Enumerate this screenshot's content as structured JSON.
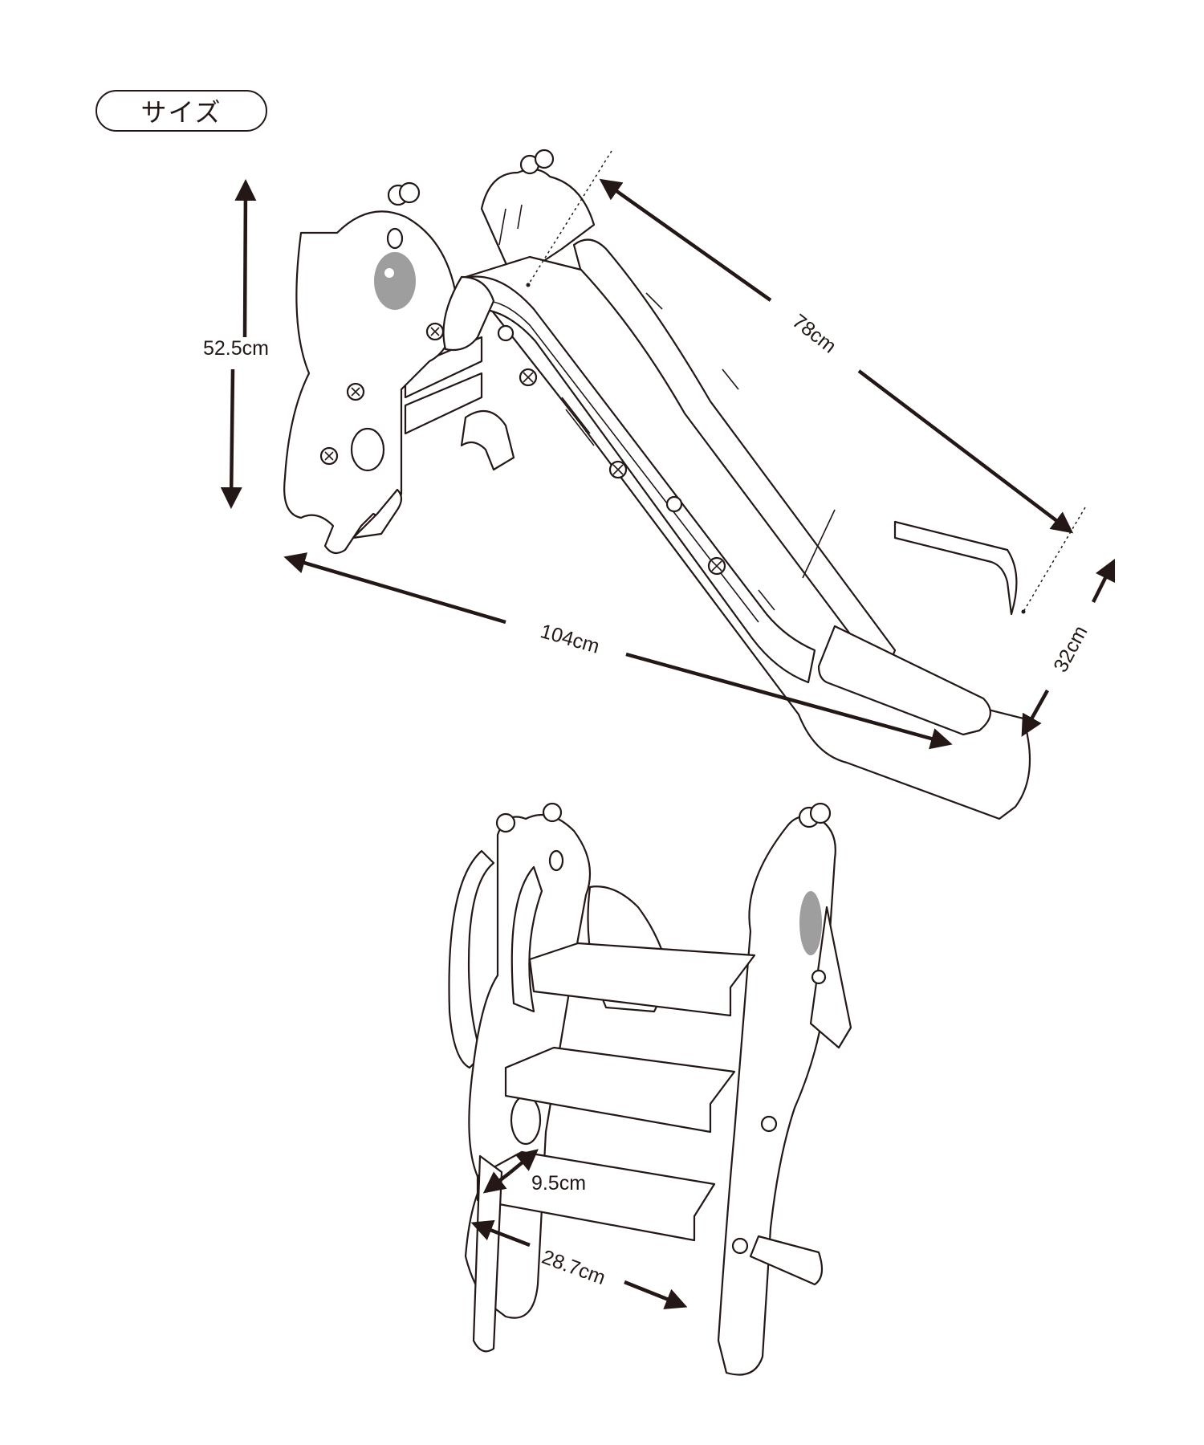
{
  "title": "サイズ",
  "dimensions": {
    "height": "52.5cm",
    "length": "104cm",
    "slide_length": "78cm",
    "width": "32cm",
    "step_depth": "9.5cm",
    "step_width": "28.7cm"
  },
  "colors": {
    "line": "#231815",
    "eye": "#9e9e9f"
  }
}
